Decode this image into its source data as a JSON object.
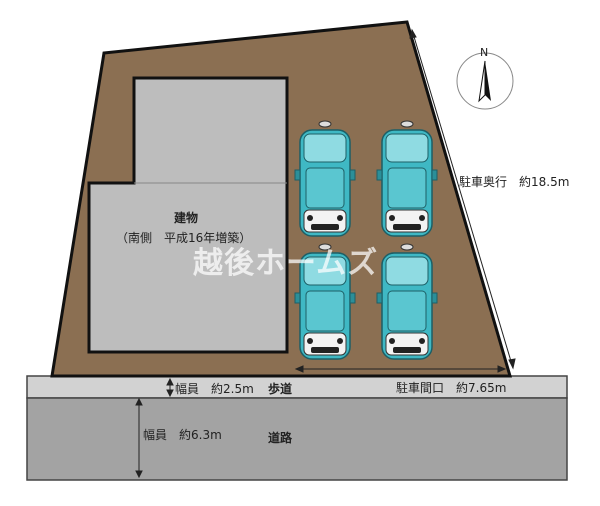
{
  "watermark": "越後ホームズ",
  "compass": {
    "label": "N"
  },
  "building": {
    "name": "建物",
    "note": "（南側　平成16年増築）"
  },
  "dimensions": {
    "parking_depth": "駐車奥行　約18.5m",
    "parking_width": "駐車間口　約7.65m",
    "sidewalk_width": "幅員　約2.5m",
    "road_width": "幅員　約6.3m"
  },
  "labels": {
    "sidewalk": "歩道",
    "road": "道路"
  },
  "parking_spaces": 4,
  "colors": {
    "lot": "#8B6F52",
    "building": "#BDBDBD",
    "road": "#A3A3A3",
    "sidewalk": "#D2D2D2",
    "car": "#3FB8C4"
  }
}
